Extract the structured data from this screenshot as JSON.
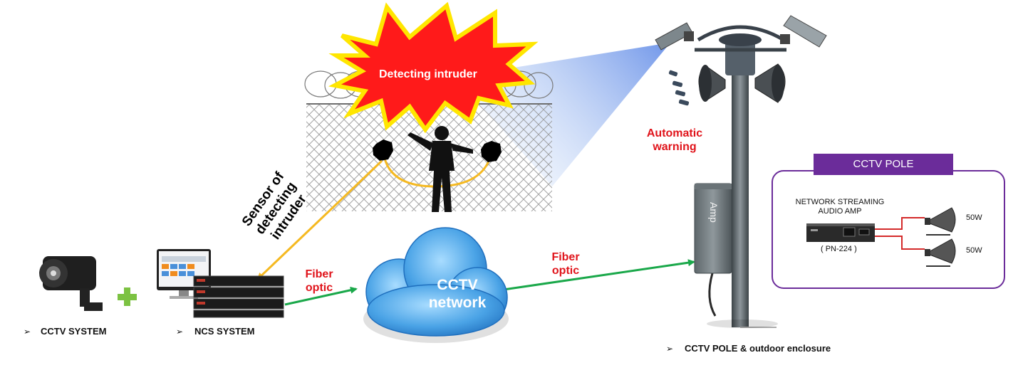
{
  "alert": {
    "text": "Detecting intruder"
  },
  "sensor": {
    "label_lines": [
      "Sensor of",
      "detecting",
      "intruder"
    ]
  },
  "warning": {
    "label_lines": [
      "Automatic",
      "warning"
    ]
  },
  "links": {
    "fiber_left_lines": [
      "Fiber",
      "optic"
    ],
    "fiber_right_lines": [
      "Fiber",
      "optic"
    ]
  },
  "cloud": {
    "label_lines": [
      "CCTV",
      "network"
    ]
  },
  "enclosure": {
    "label": "Amp"
  },
  "captions": {
    "cctv_system": "CCTV SYSTEM",
    "ncs_system": "NCS SYSTEM",
    "pole": "CCTV POLE & outdoor enclosure"
  },
  "bullet": "➢",
  "pole_box": {
    "title": "CCTV POLE",
    "amp_lines": [
      "NETWORK STREAMING",
      "AUDIO AMP"
    ],
    "model": "( PN-224 )",
    "speakers": [
      "50W",
      "50W"
    ]
  },
  "colors": {
    "alert_red": "#e0141b",
    "starburst_fill": "#ff1a1a",
    "starburst_outline": "#ffe600",
    "sensor_wire": "#f5b921",
    "fiber_green": "#1aa84a",
    "purple": "#6b2c9a",
    "cloud_blue": "#3b93d8",
    "plus_green": "#7cc242"
  }
}
